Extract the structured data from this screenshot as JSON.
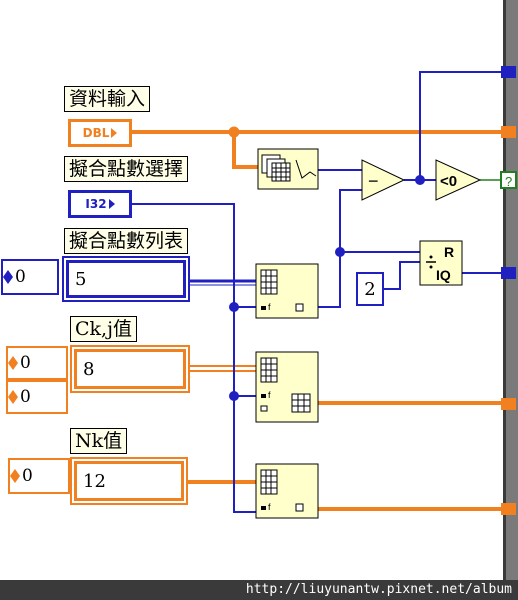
{
  "labels": {
    "data_input": "資料輸入",
    "fit_point_select": "擬合點數選擇",
    "fit_point_list": "擬合點數列表",
    "ck_value": "Ck,j值",
    "nk_value": "Nk值"
  },
  "terminals": {
    "dbl": "DBL",
    "i32": "I32"
  },
  "controls": {
    "fit_list_index": "0",
    "fit_list_value": "5",
    "ck_index_1": "0",
    "ck_index_2": "0",
    "ck_value": "8",
    "nk_index": "0",
    "nk_value": "12"
  },
  "constants": {
    "two": "2"
  },
  "nodes": {
    "subtract_symbol": "−",
    "compare_symbol": "<0",
    "divide_r": "R",
    "divide_iq": "IQ",
    "boolean_out": "?"
  },
  "footer": {
    "url": "http://liuyunantw.pixnet.net/album"
  },
  "colors": {
    "double_wire": "#f08020",
    "integer_wire": "#2020c0",
    "boolean_wire": "#208020",
    "label_bg": "#ffffe8",
    "node_bg": "#ffffcc"
  }
}
